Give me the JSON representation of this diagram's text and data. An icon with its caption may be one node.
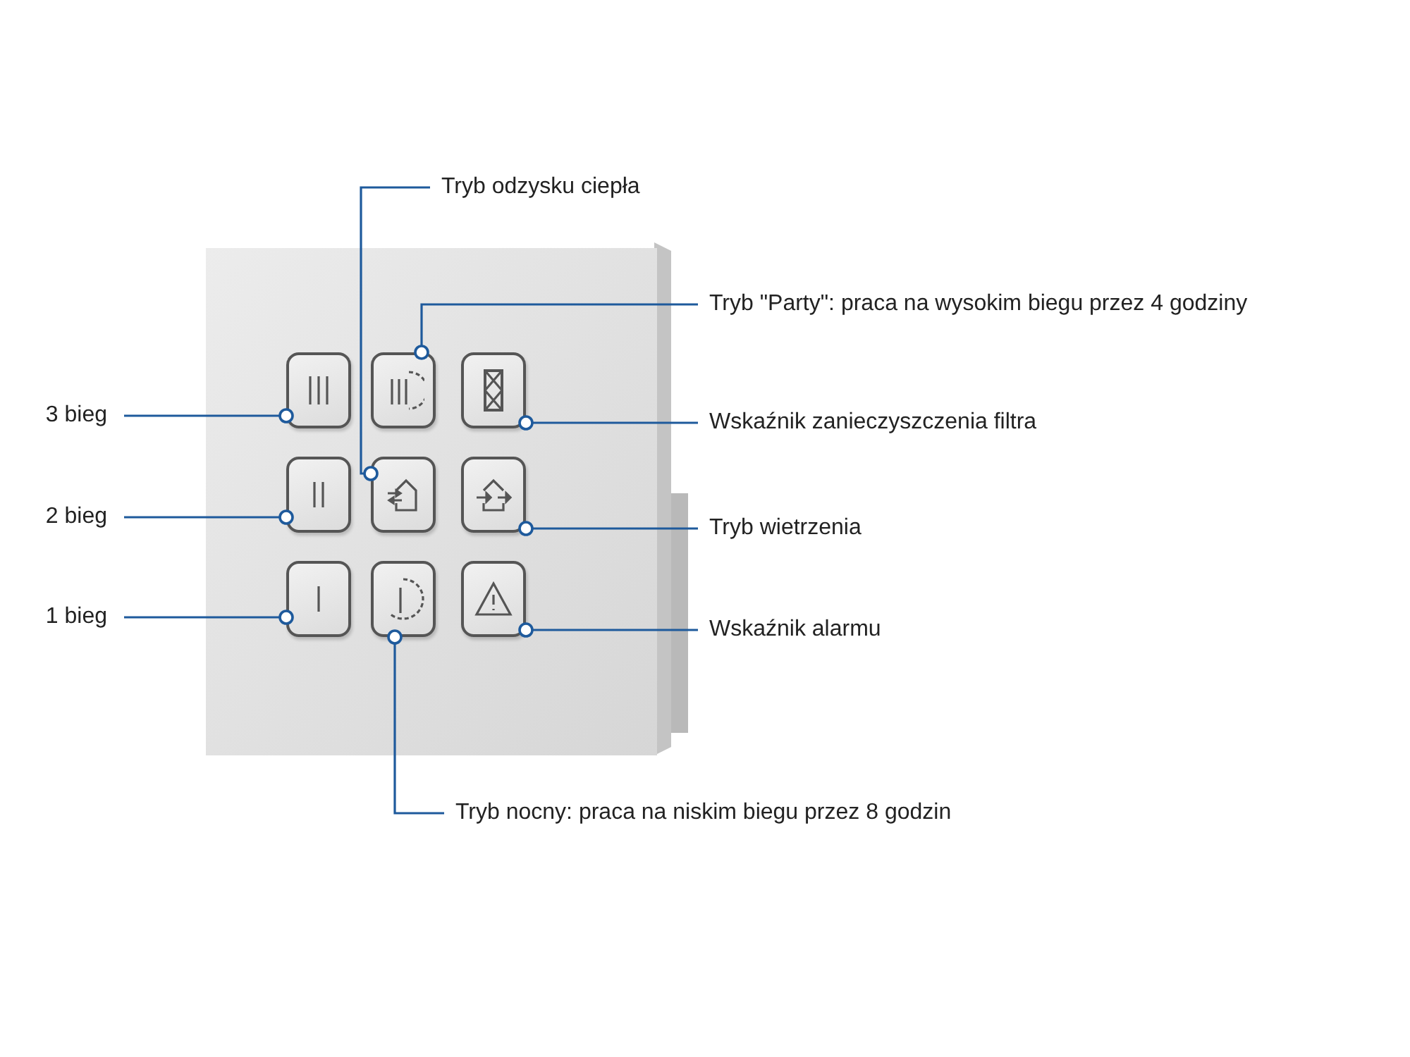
{
  "diagram": {
    "nodes": [
      {
        "text": [
          "Tryb odzysku ciepła"
        ]
      },
      {
        "text": [
          "Tryb \"Party\": praca na wysokim biegu przez 4 godziny"
        ]
      },
      {
        "text": [
          "3 bieg"
        ]
      },
      {
        "text": [
          "Wskaźnik zanieczyszczenia filtra"
        ]
      },
      {
        "text": [
          "2 bieg"
        ]
      },
      {
        "text": [
          "Tryb wietrzenia"
        ]
      },
      {
        "text": [
          "1 bieg"
        ]
      },
      {
        "text": [
          "Wskaźnik alarmu"
        ]
      },
      {
        "text": [
          "Tryb nocny: praca na niskim biegu przez 8 godzin"
        ]
      },
      {
        "text": [],
        "shape": "box"
      },
      {
        "text": [],
        "shape": "box"
      },
      {
        "text": [],
        "shape": "box"
      },
      {
        "text": [],
        "shape": "box"
      },
      {
        "text": [],
        "shape": "box"
      },
      {
        "text": [],
        "shape": "box"
      },
      {
        "text": [],
        "shape": "box"
      },
      {
        "text": [],
        "shape": "box"
      },
      {
        "text": [],
        "shape": "box"
      }
    ],
    "edges": [
      {
        "from": 0,
        "to": 13,
        "arrow": "other"
      },
      {
        "from": 1,
        "to": 10,
        "arrow": "other"
      },
      {
        "from": 2,
        "to": 9,
        "arrow": "other"
      },
      {
        "from": 3,
        "to": 11,
        "arrow": "other"
      },
      {
        "from": 4,
        "to": 12,
        "arrow": "other"
      },
      {
        "from": 5,
        "to": 14,
        "arrow": "other"
      },
      {
        "from": 6,
        "to": 15,
        "arrow": "other"
      },
      {
        "from": 7,
        "to": 17,
        "arrow": "other"
      },
      {
        "from": 8,
        "to": 16,
        "arrow": "other"
      }
    ]
  }
}
